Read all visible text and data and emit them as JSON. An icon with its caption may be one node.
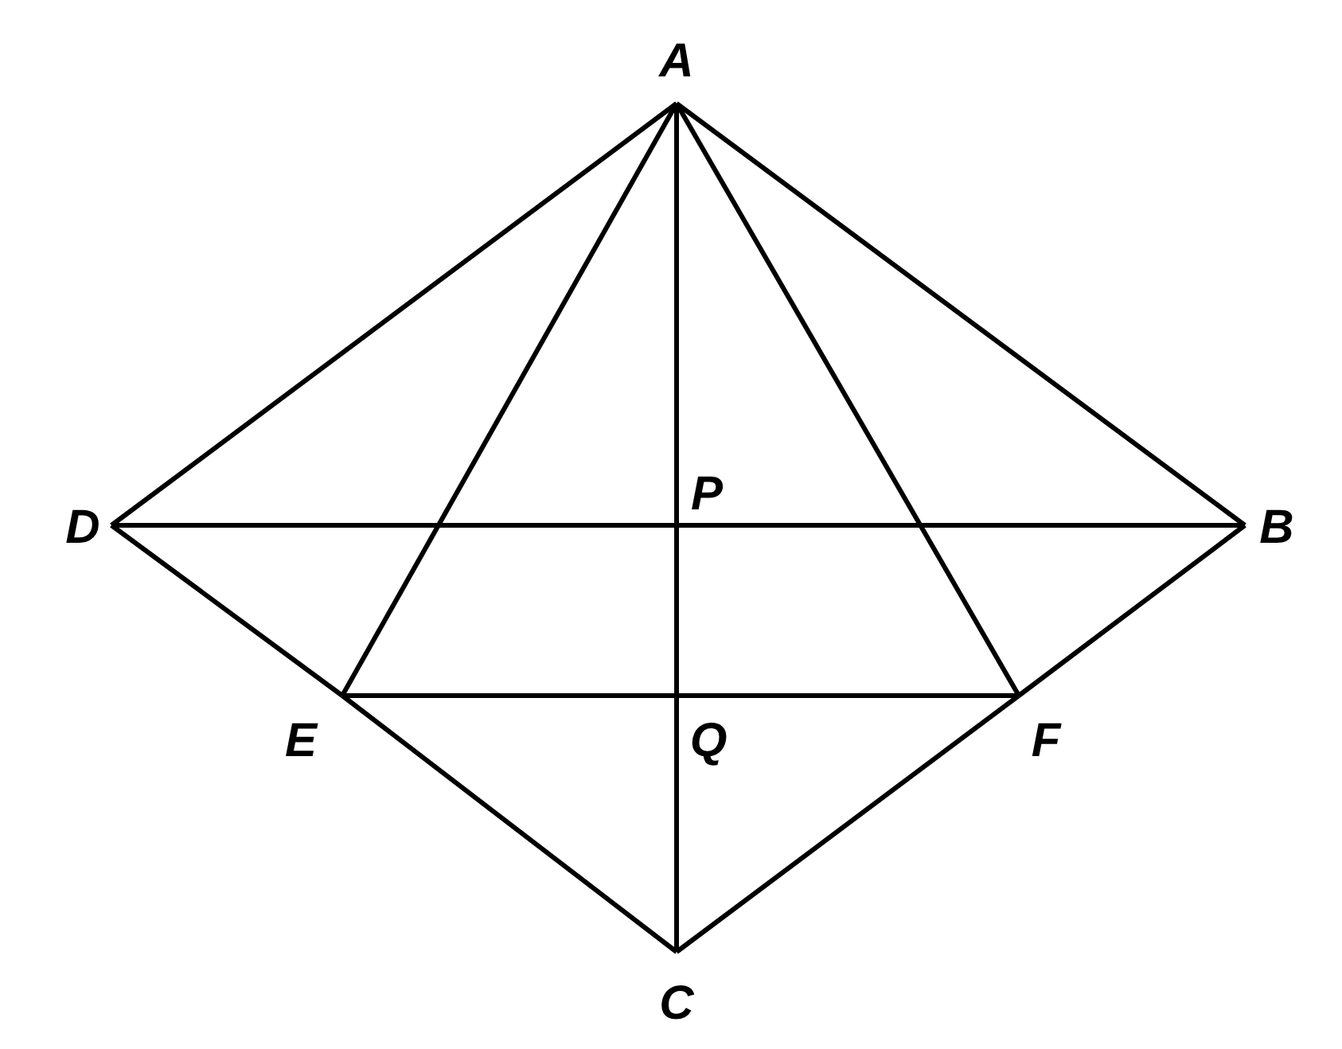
{
  "diagram": {
    "nodes": [
      {
        "text": [
          "A"
        ]
      },
      {
        "text": [
          "D"
        ]
      },
      {
        "text": [
          "P"
        ]
      },
      {
        "text": [
          "B"
        ]
      },
      {
        "text": [
          "E"
        ]
      },
      {
        "text": [
          "Q"
        ]
      },
      {
        "text": [
          "F"
        ]
      },
      {
        "text": [
          "C"
        ]
      }
    ],
    "edges": [
      {
        "from": 0,
        "to": 1,
        "arrow": "none"
      },
      {
        "from": 0,
        "to": 4,
        "arrow": "none"
      },
      {
        "from": 0,
        "to": 2,
        "arrow": "none"
      },
      {
        "from": 0,
        "to": 6,
        "arrow": "none"
      },
      {
        "from": 0,
        "to": 3,
        "arrow": "none"
      },
      {
        "from": 1,
        "to": 2,
        "arrow": "none"
      },
      {
        "from": 2,
        "to": 3,
        "arrow": "none"
      },
      {
        "from": 2,
        "to": 5,
        "arrow": "none"
      },
      {
        "from": 1,
        "to": 4,
        "arrow": "none"
      },
      {
        "from": 4,
        "to": 5,
        "arrow": "none"
      },
      {
        "from": 5,
        "to": 6,
        "arrow": "none"
      },
      {
        "from": 6,
        "to": 3,
        "arrow": "none"
      },
      {
        "from": 4,
        "to": 7,
        "arrow": "none"
      },
      {
        "from": 5,
        "to": 7,
        "arrow": "none"
      },
      {
        "from": 6,
        "to": 7,
        "arrow": "none"
      }
    ]
  }
}
